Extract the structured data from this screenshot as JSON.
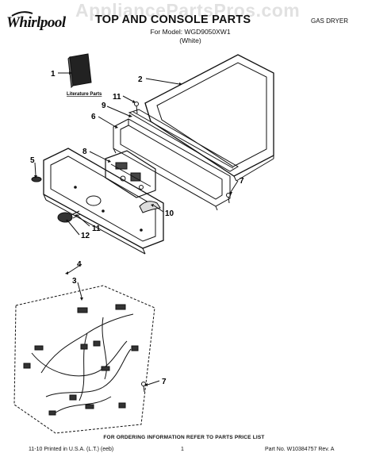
{
  "header": {
    "brand": "Whirlpool",
    "title": "TOP AND CONSOLE PARTS",
    "model_line": "For Model: WGD9050XW1",
    "color_line": "(White)",
    "product_type": "GAS DRYER",
    "watermark": "AppliancePartsPros.com"
  },
  "diagram": {
    "literature_label": "Literature Parts",
    "callouts": [
      "1",
      "2",
      "11",
      "9",
      "6",
      "8",
      "5",
      "7",
      "10",
      "11",
      "12",
      "4",
      "3",
      "7"
    ]
  },
  "footer": {
    "note": "FOR ORDERING INFORMATION REFER TO PARTS PRICE LIST",
    "printed": "11-10 Printed in U.S.A. (L.T.) (eeb)",
    "page": "1",
    "part_no": "Part No. W10384757 Rev. A"
  }
}
